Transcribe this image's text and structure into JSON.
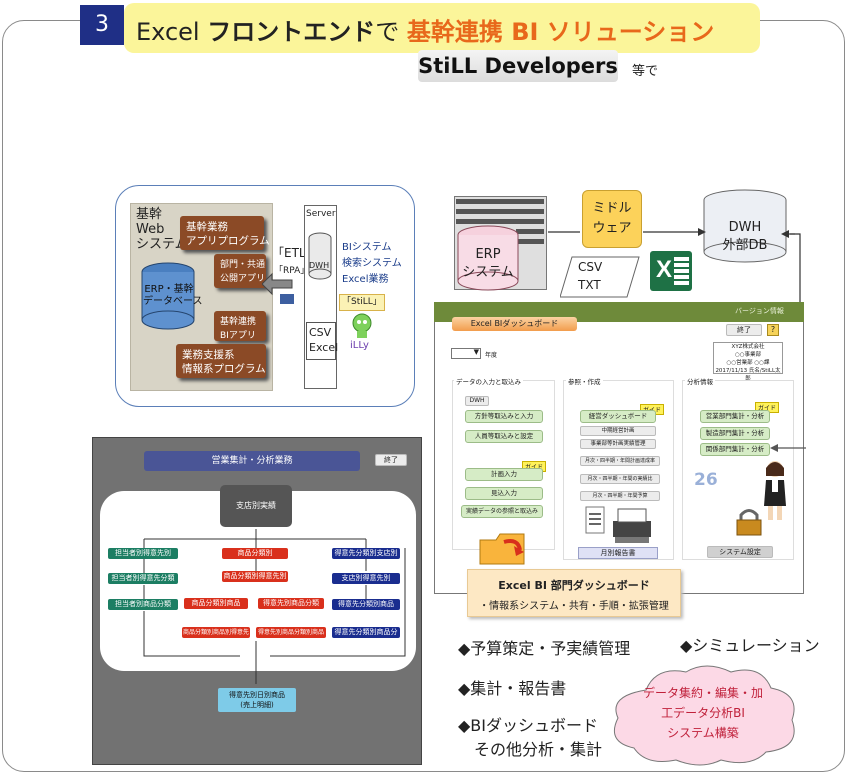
{
  "header": {
    "section_number": "3",
    "title_prefix": "Excel ",
    "title_bold": "フロントエンド",
    "title_mid": "で ",
    "title_orange": "基幹連携 BI",
    "title_suffix": " ソリューション",
    "vendor": "StiLL Developers",
    "vendor_suffix": "等で"
  },
  "left_diagram": {
    "web_title": "基幹\nWeb\nシステム",
    "kikan_app": "基幹業務\nアプリプログラム",
    "bumon_app": "部門・共通\n公開アプリ",
    "erp_db": "ERP・基幹\nデータベース",
    "renkei_app": "基幹連携\nBIアプリ",
    "gyomu_app": "業務支援系\n情報系プログラム",
    "etl": "「ETL」",
    "rpa": "「RPA」",
    "server": "Server",
    "dwh": "DWH",
    "csv_excel": "CSV\nExcel",
    "bi_system": "BIシステム\n検索システム\nExcel業務",
    "still_tag": "「StiLL」",
    "illy": "iLLy"
  },
  "top_right": {
    "erp": "ERP\nシステム",
    "middleware": "ミドル\nウェア",
    "dwh": "DWH\n外部DB",
    "csv": "CSV\nTXT",
    "excel_icon_letter": "X"
  },
  "dashboard": {
    "title": "Excel BIダッシュボード",
    "version": "バージョン情報",
    "end_btn": "終了",
    "year_suffix": "年度",
    "company_lines": [
      "XYZ株式会社",
      "○○事業部",
      "○○営業部 ○○課",
      "2017/11/13 氏名/StiLL太郎"
    ],
    "col1": "データの入力と取込み",
    "col2": "参照・作成",
    "col3": "分析情報",
    "dwh": "DWH",
    "guide": "ガイド",
    "c1_btns": [
      "方針等取込みと入力",
      "人員等取込みと設定",
      "計画入力",
      "見込入力",
      "実績データの参照と取込み"
    ],
    "c2_btns": [
      "経営ダッシュボード",
      "中期経営計画",
      "事業部等計画実績管理",
      "月次・四半期・年間計画達成率",
      "月次・四半期・年間の実績比",
      "月次・四半期・年間予算"
    ],
    "c3_btns": [
      "営業部門集計・分析",
      "製造部門集計・分析",
      "関係部門集計・分析"
    ],
    "report": "月別報告書",
    "system_settings": "システム設定",
    "num": "26",
    "caption_title": "Excel BI 部門ダッシュボード",
    "caption_sub": "・情報系システム・共有・手順・拡張管理"
  },
  "flow": {
    "title": "営業集計・分析業務",
    "end_btn": "終了",
    "top_node": "支店別実績",
    "left_nodes": [
      "担当者別得意先別",
      "担当者別得意先分類",
      "担当者別商品分類"
    ],
    "mid_top": [
      "商品分類別",
      "商品分類別得意先別"
    ],
    "mid_bottom": [
      "商品分類別商品",
      "得意先別商品分類"
    ],
    "mid_bottom2": [
      "商品分類別商品別得意先",
      "得意先別商品分類別商品"
    ],
    "right_nodes": [
      "得意先分類別支店別",
      "支店別得意先別",
      "得意先分類別商品",
      "得意先分類別商品分類"
    ],
    "bottom_node": "得意先別日別商品\n(売上明細)"
  },
  "bullets": [
    "◆予算策定・予実績管理",
    "◆集計・報告書",
    "◆BIダッシュボード\n　その他分析・集計",
    "◆シミュレーション"
  ],
  "cloud": "データ集約・編集・加\n工データ分析BI\nシステム構築"
}
